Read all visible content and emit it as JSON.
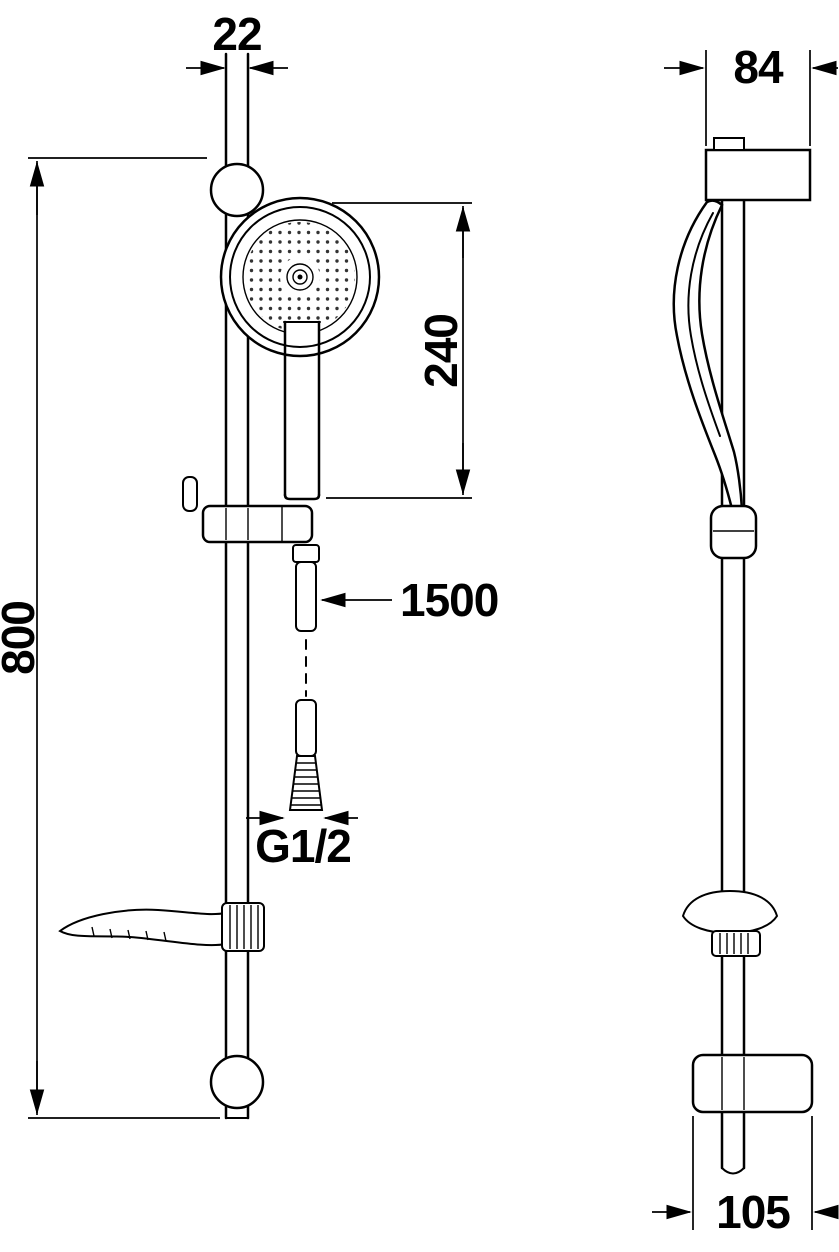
{
  "colors": {
    "line": "#000000",
    "background": "#ffffff"
  },
  "dimensions": {
    "rail_width": "22",
    "handset_length": "240",
    "bar_height": "800",
    "hose_length": "1500",
    "thread_size": "G1/2",
    "side_top_width": "84",
    "side_bottom_width": "105"
  }
}
